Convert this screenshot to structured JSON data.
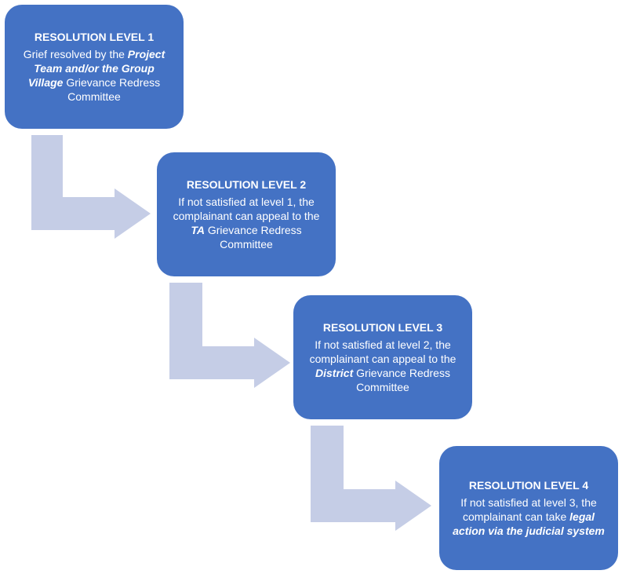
{
  "colors": {
    "box_fill": "#4472c4",
    "arrow_fill": "#c5cde6",
    "text": "#ffffff"
  },
  "levels": [
    {
      "title": "RESOLUTION LEVEL 1",
      "desc": [
        {
          "t": "Grief resolved by the ",
          "em": false
        },
        {
          "t": "Project Team and/or the Group Village",
          "em": true
        },
        {
          "t": " Grievance Redress Committee",
          "em": false
        }
      ]
    },
    {
      "title": "RESOLUTION LEVEL 2",
      "desc": [
        {
          "t": "If not satisfied at level 1, the complainant can appeal to the ",
          "em": false
        },
        {
          "t": "TA",
          "em": true
        },
        {
          "t": " Grievance Redress Committee",
          "em": false
        }
      ]
    },
    {
      "title": "RESOLUTION LEVEL 3",
      "desc": [
        {
          "t": "If not satisfied at level 2, the complainant can appeal to the ",
          "em": false
        },
        {
          "t": "District",
          "em": true
        },
        {
          "t": " Grievance Redress Committee",
          "em": false
        }
      ]
    },
    {
      "title": "RESOLUTION LEVEL 4",
      "desc": [
        {
          "t": "If not satisfied at level 3, the complainant can take ",
          "em": false
        },
        {
          "t": "legal action via the judicial system",
          "em": true
        }
      ]
    }
  ]
}
